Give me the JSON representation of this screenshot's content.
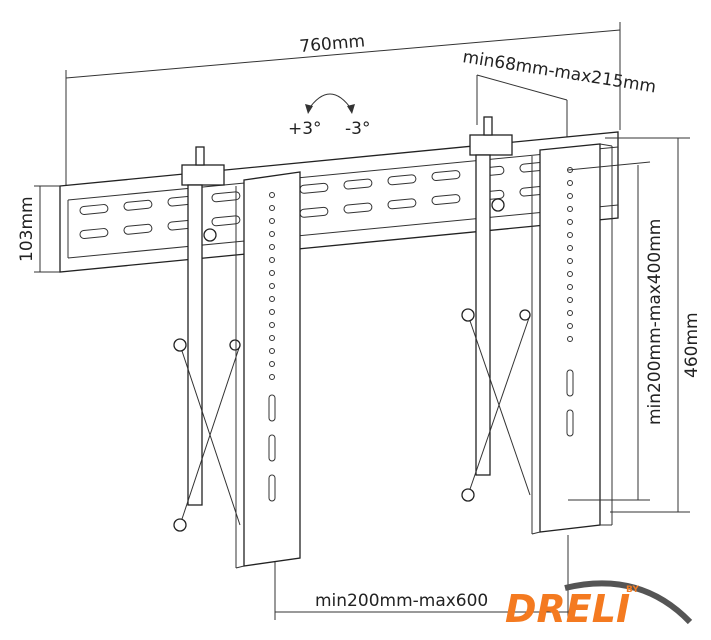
{
  "dimensions": {
    "total_width": "760mm",
    "arm_spacing_top": "min68mm-max215mm",
    "rail_height": "103mm",
    "arm_height": "460mm",
    "hole_spacing_vertical": "min200mm-max400mm",
    "hole_spacing_horizontal": "min200mm-max600"
  },
  "tilt": {
    "plus": "+3°",
    "minus": "-3°"
  },
  "logo": {
    "text": "DRELI",
    "by": "BY",
    "color": "#f47a20"
  }
}
